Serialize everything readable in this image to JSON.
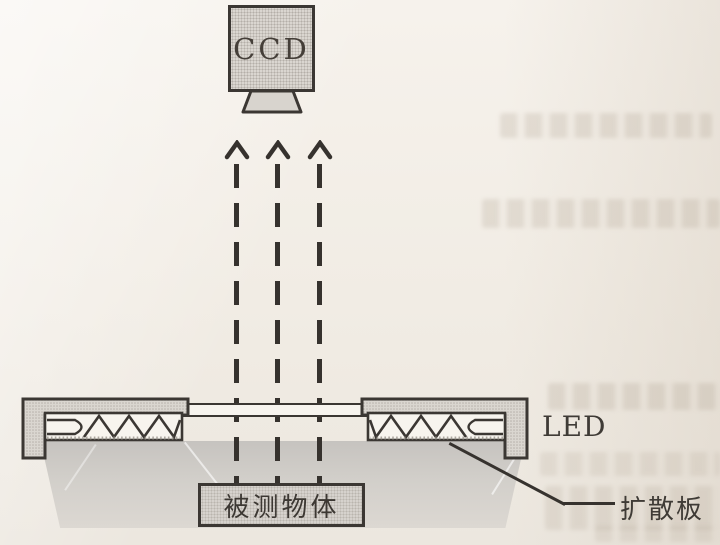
{
  "figure": {
    "camera_label": "CCD",
    "led_label": "LED",
    "object_label": "被测物体",
    "diffuser_label": "扩散板"
  },
  "light_rays": {
    "count": 3,
    "style": "dashed upward arrows"
  },
  "colors": {
    "paper": "#f1ece4",
    "ink": "#36322e",
    "component_fill": "#dad6d0",
    "shadow_top": "#c6c3bf",
    "shadow_bottom": "#dcd8d2"
  }
}
